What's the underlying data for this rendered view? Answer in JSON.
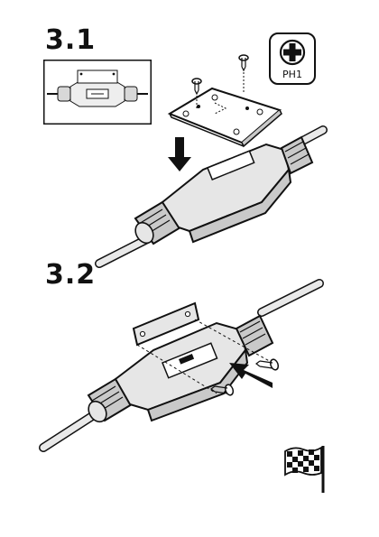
{
  "steps": [
    {
      "number": "3.1"
    },
    {
      "number": "3.2"
    }
  ],
  "tool": {
    "label": "PH1",
    "icon": "phillips-screwdriver-icon"
  },
  "finish_icon": "checkered-flag-icon",
  "colors": {
    "ink": "#111111",
    "shade": "#c9c9c9",
    "light": "#e6e6e6",
    "paper": "#ffffff"
  }
}
